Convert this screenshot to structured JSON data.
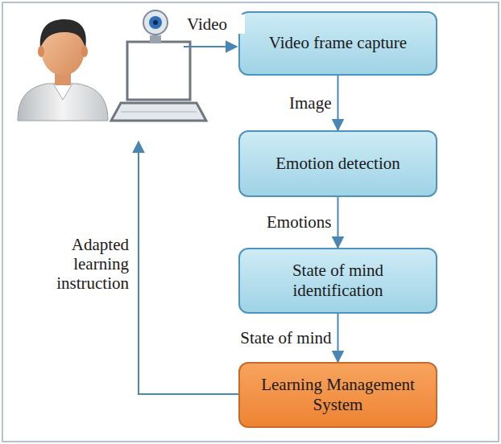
{
  "diagram": {
    "nodes": [
      {
        "text": [
          "Video frame capture"
        ]
      },
      {
        "text": [
          "Emotion detection"
        ]
      },
      {
        "text": [
          "State of mind identification"
        ]
      },
      {
        "text": [
          "Learning Management System"
        ]
      }
    ],
    "edges": [
      {
        "from": 0,
        "to": 1,
        "label": "Image",
        "arrow": "to"
      },
      {
        "from": 1,
        "to": 2,
        "label": "Emotions",
        "arrow": "to"
      },
      {
        "from": 2,
        "to": 3,
        "label": "State of mind",
        "arrow": "to"
      }
    ],
    "labels": [
      "Video",
      "Adapted learning instruction"
    ]
  }
}
